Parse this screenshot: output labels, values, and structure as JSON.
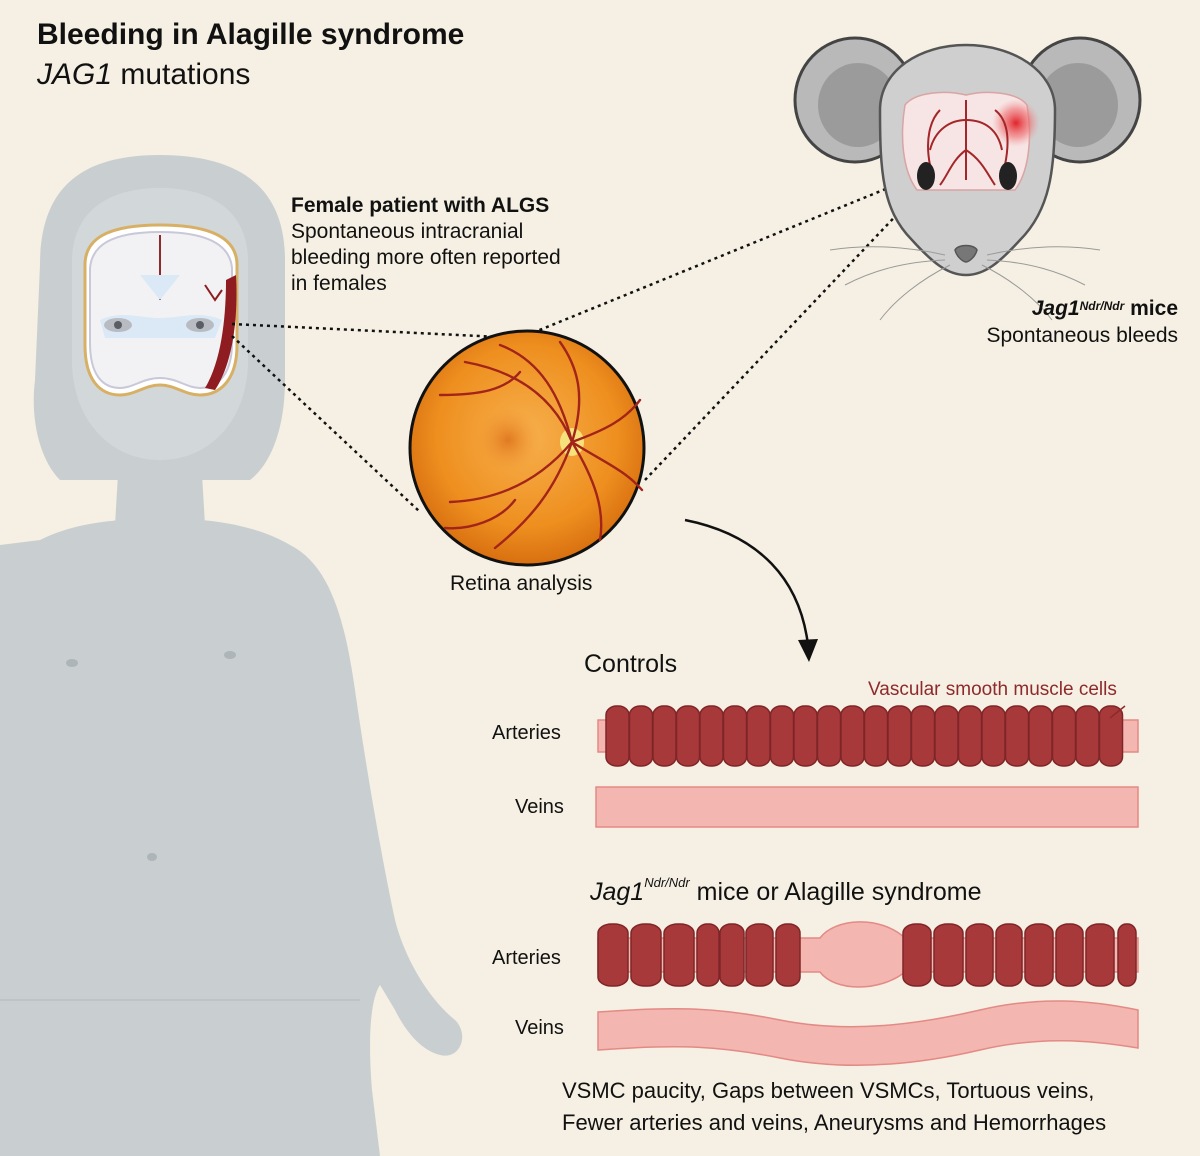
{
  "title": "Bleeding in Alagille syndrome",
  "subtitle": {
    "gene": "JAG1",
    "rest": " mutations"
  },
  "patient": {
    "heading": "Female patient with ALGS",
    "lines": [
      "Spontaneous intracranial",
      "bleeding more often reported",
      "in females"
    ]
  },
  "mouse": {
    "gene": "Jag1",
    "superscript": "Ndr/Ndr",
    "suffix": " mice",
    "description": "Spontaneous bleeds"
  },
  "retina_label": "Retina analysis",
  "controls": {
    "heading": "Controls",
    "vsmc_label": "Vascular smooth muscle cells",
    "arteries_label": "Arteries",
    "veins_label": "Veins"
  },
  "algs": {
    "heading_gene": "Jag1",
    "heading_sup": "Ndr/Ndr",
    "heading_rest": " mice or Alagille syndrome",
    "arteries_label": "Arteries",
    "veins_label": "Veins"
  },
  "summary": [
    "VSMC paucity, Gaps between VSMCs, Tortuous veins,",
    "Fewer arteries and veins, Aneurysms and Hemorrhages"
  ],
  "colors": {
    "background": "#f5f0e3",
    "silhouette": "#c9cfd1",
    "vessel_light": "#f4b6b0",
    "vsmc": "#a8393b",
    "vsmc_dark": "#7f2527",
    "retina": "#f29a2e",
    "mouse_fur": "#cfcfcf"
  }
}
